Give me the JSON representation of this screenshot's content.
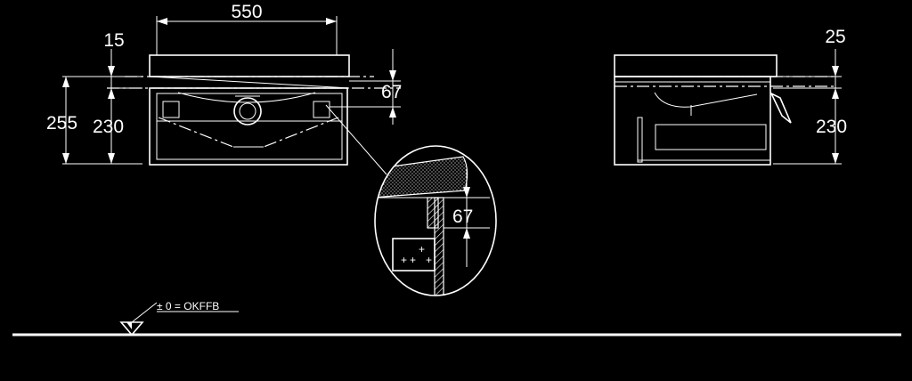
{
  "dimensions": {
    "width": "550",
    "front_top_gap": "15",
    "front_total_height": "255",
    "front_body_height": "230",
    "front_offset": "67",
    "detail_offset": "67",
    "side_top_gap": "25",
    "side_body_height": "230"
  },
  "floor_label": "± 0 = OKFFB",
  "colors": {
    "background": "#000000",
    "line": "#ffffff"
  }
}
